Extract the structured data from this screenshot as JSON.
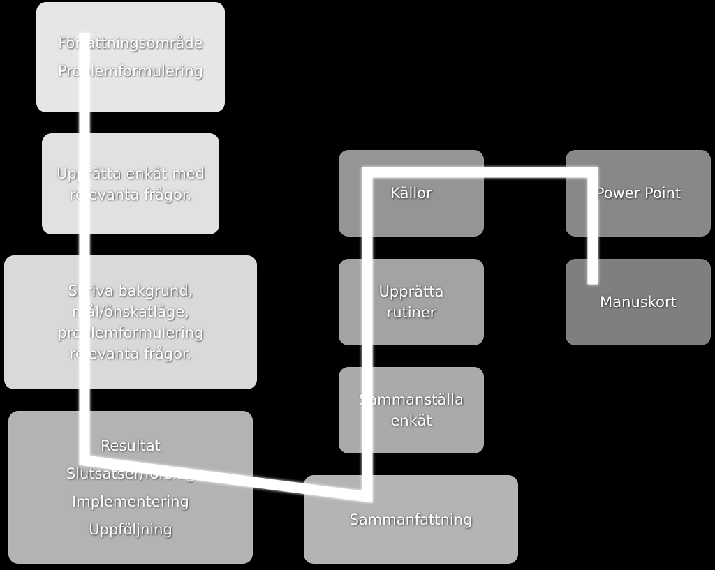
{
  "boxes": {
    "forfattning": {
      "lines": [
        "Författningsområde",
        "Problemformulering"
      ]
    },
    "enkat": {
      "lines": [
        "Upprätta enkät med",
        "relevanta frågor."
      ]
    },
    "bakgrund": {
      "lines": [
        "Skriva bakgrund,",
        "mål/önskatläge,",
        "problemformulering",
        "relevanta frågor."
      ]
    },
    "resultat": {
      "lines": [
        "Resultat",
        "Slutsatser/förslag",
        "Implementering",
        "Uppföljning"
      ]
    },
    "kallor": {
      "lines": [
        "Källor"
      ]
    },
    "rutiner": {
      "lines": [
        "Upprätta",
        "rutiner"
      ]
    },
    "sammanstalla": {
      "lines": [
        "Sammanställa",
        "enkät"
      ]
    },
    "sammanfattning": {
      "lines": [
        "Sammanfattning"
      ]
    },
    "power_point": {
      "lines": [
        "Power Point"
      ]
    },
    "manuskort": {
      "lines": [
        "Manuskort"
      ]
    }
  },
  "colors": {
    "background": "#000000",
    "connector": "#ffffff",
    "text": "#ffffff"
  }
}
